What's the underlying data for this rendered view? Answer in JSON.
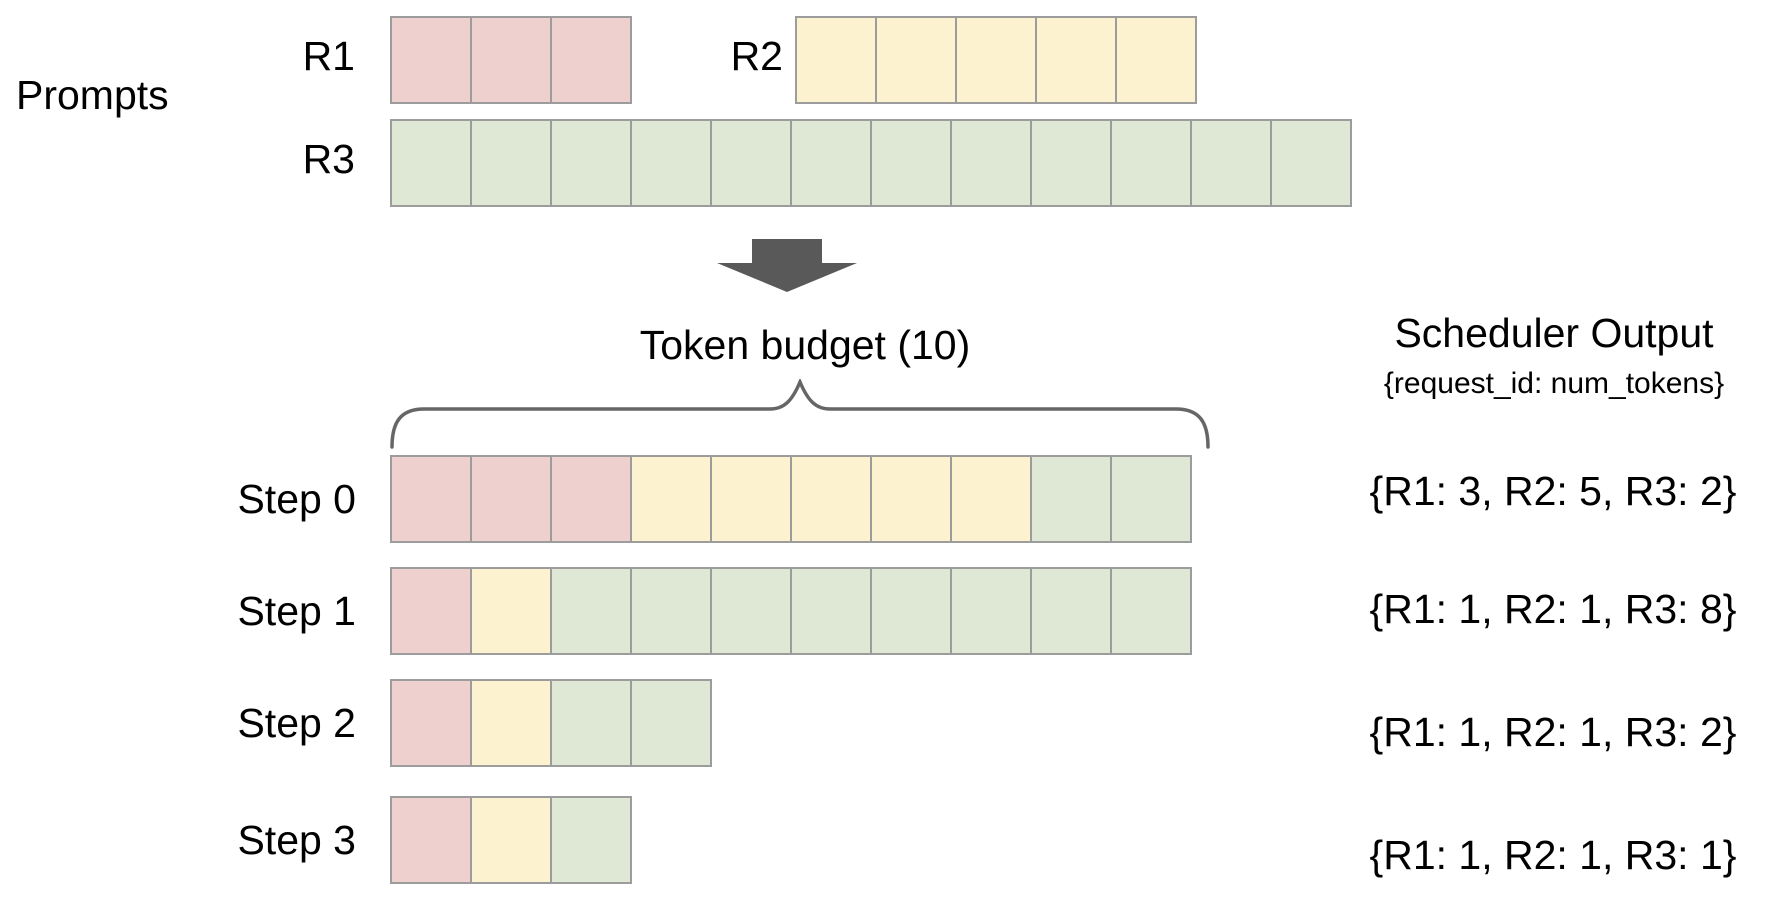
{
  "prompts": {
    "section_label": "Prompts",
    "rows": [
      {
        "id": "R1",
        "label": "R1",
        "num_tokens": 3
      },
      {
        "id": "R2",
        "label": "R2",
        "num_tokens": 5
      },
      {
        "id": "R3",
        "label": "R3",
        "num_tokens": 12
      }
    ]
  },
  "token_budget": {
    "label": "Token budget (10)",
    "value": 10
  },
  "scheduler_output": {
    "heading": "Scheduler Output",
    "subheading": "{request_id: num_tokens}",
    "steps": [
      {
        "label": "Step 0",
        "allocations": [
          {
            "request": "R1",
            "tokens": 3
          },
          {
            "request": "R2",
            "tokens": 5
          },
          {
            "request": "R3",
            "tokens": 2
          }
        ],
        "output_text": "{R1: 3, R2: 5, R3: 2}"
      },
      {
        "label": "Step 1",
        "allocations": [
          {
            "request": "R1",
            "tokens": 1
          },
          {
            "request": "R2",
            "tokens": 1
          },
          {
            "request": "R3",
            "tokens": 8
          }
        ],
        "output_text": "{R1: 1, R2: 1, R3: 8}"
      },
      {
        "label": "Step 2",
        "allocations": [
          {
            "request": "R1",
            "tokens": 1
          },
          {
            "request": "R2",
            "tokens": 1
          },
          {
            "request": "R3",
            "tokens": 2
          }
        ],
        "output_text": "{R1: 1, R2: 1, R3: 2}"
      },
      {
        "label": "Step 3",
        "allocations": [
          {
            "request": "R1",
            "tokens": 1
          },
          {
            "request": "R2",
            "tokens": 1
          },
          {
            "request": "R3",
            "tokens": 1
          }
        ],
        "output_text": "{R1: 1, R2: 1, R3: 1}"
      }
    ]
  },
  "colors": {
    "R1": "#eed1ce",
    "R2": "#fcf2d0",
    "R3": "#dee8d5",
    "cell_border": "#9c9c9c",
    "arrow": "#595959",
    "brace": "#666666",
    "text": "#000000"
  }
}
